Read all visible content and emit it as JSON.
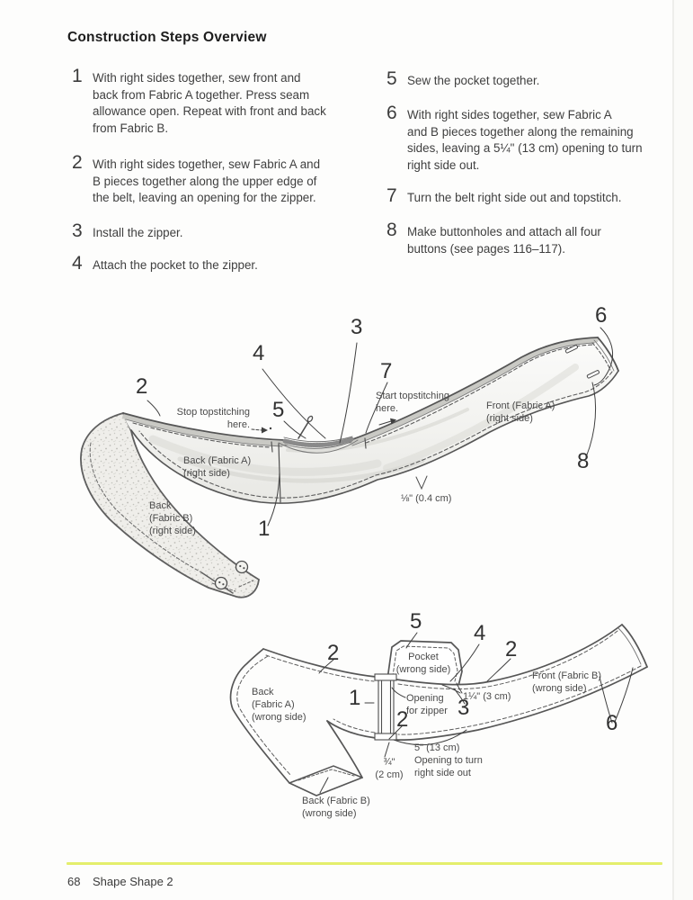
{
  "page": {
    "title": "Construction Steps Overview",
    "footer_page": "68",
    "footer_title": "Shape Shape 2",
    "accent_color": "#e4ee6c"
  },
  "steps_left": [
    {
      "num": "1",
      "text": "With right sides together, sew front and\nback from Fabric A together. Press seam\nallowance open. Repeat with front and back\nfrom Fabric B."
    },
    {
      "num": "2",
      "text": "With right sides together, sew Fabric A and\nB pieces together along the upper edge of\nthe belt, leaving an opening for the zipper."
    },
    {
      "num": "3",
      "text": "Install the zipper."
    },
    {
      "num": "4",
      "text": "Attach the pocket to the zipper."
    }
  ],
  "steps_right": [
    {
      "num": "5",
      "text": "Sew the pocket together."
    },
    {
      "num": "6",
      "text": "With right sides together, sew Fabric A\nand B pieces together along the remaining\nsides, leaving a 5¼\" (13 cm) opening to turn\nright side out."
    },
    {
      "num": "7",
      "text": "Turn the belt right side out and topstitch."
    },
    {
      "num": "8",
      "text": "Make buttonholes and attach all four\nbuttons (see pages 116–117)."
    }
  ],
  "diagram1": {
    "callouts": {
      "n1": "1",
      "n2": "2",
      "n3": "3",
      "n4": "4",
      "n5": "5",
      "n6": "6",
      "n7": "7",
      "n8": "8"
    },
    "labels": {
      "stop_topstitching": "Stop topstitching\nhere.",
      "start_topstitching": "Start topstitching\nhere.",
      "back_fabric_a": "Back (Fabric A)\n(right side)",
      "back_fabric_b": "Back\n(Fabric B)\n(right side)",
      "front_fabric_a": "Front (Fabric A)\n(right side)",
      "dim_topstitch": "⅛\" (0.4 cm)"
    }
  },
  "diagram2": {
    "callouts": {
      "n1": "1",
      "n2_left": "2",
      "n2_right": "2",
      "n2_bottom": "2",
      "n3": "3",
      "n4": "4",
      "n5": "5",
      "n6": "6"
    },
    "labels": {
      "pocket": "Pocket\n(wrong side)",
      "back_fabric_a": "Back\n(Fabric A)\n(wrong side)",
      "opening_for_zipper": "Opening\nfor zipper",
      "dim_zipper_offset": "1¼\" (3 cm)",
      "front_fabric_b": "Front (Fabric B)\n(wrong side)",
      "dim_opening": "5\" (13 cm)\nOpening to turn\nright side out",
      "dim_seam": "¾\"\n(2 cm)",
      "back_fabric_b": "Back (Fabric B)\n(wrong side)"
    }
  }
}
